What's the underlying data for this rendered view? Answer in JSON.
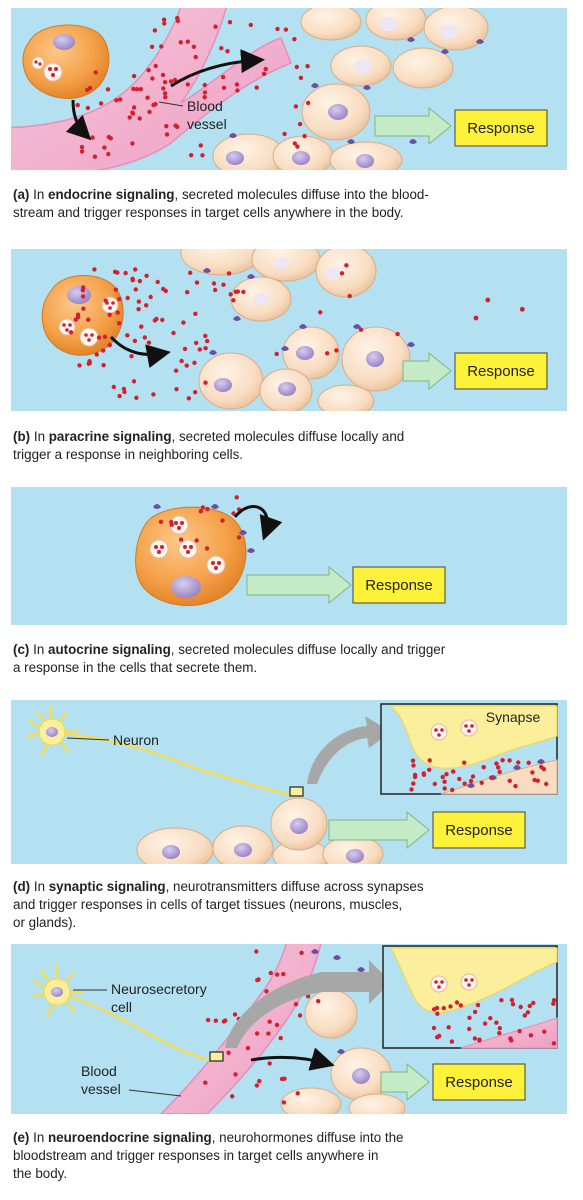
{
  "panels": [
    {
      "id": "a",
      "labels": {
        "blood_vessel_1": "Blood",
        "blood_vessel_2": "vessel",
        "response": "Response"
      },
      "caption": {
        "letter": "(a)",
        "pre": "In ",
        "term": "endocrine signaling",
        "post1": ", secreted molecules diffuse into the blood-",
        "line2": "stream and trigger responses in target cells anywhere in the body."
      }
    },
    {
      "id": "b",
      "labels": {
        "response": "Response"
      },
      "caption": {
        "letter": "(b)",
        "pre": "In ",
        "term": "paracrine signaling",
        "post1": ", secreted molecules diffuse locally and",
        "line2": "trigger a response in neighboring cells."
      }
    },
    {
      "id": "c",
      "labels": {
        "response": "Response"
      },
      "caption": {
        "letter": "(c)",
        "pre": "In ",
        "term": "autocrine signaling",
        "post1": ", secreted molecules diffuse locally and trigger",
        "line2": "a response in the cells that secrete them."
      }
    },
    {
      "id": "d",
      "labels": {
        "neuron": "Neuron",
        "synapse": "Synapse",
        "response": "Response"
      },
      "caption": {
        "letter": "(d)",
        "pre": "In ",
        "term": "synaptic signaling",
        "post1": ", neurotransmitters diffuse across synapses",
        "line2": "and trigger responses in cells of target tissues (neurons, muscles,",
        "line3": "or glands)."
      }
    },
    {
      "id": "e",
      "labels": {
        "neurosecretory_1": "Neurosecretory",
        "neurosecretory_2": "cell",
        "blood_vessel_1": "Blood",
        "blood_vessel_2": "vessel",
        "response": "Response"
      },
      "caption": {
        "letter": "(e)",
        "pre": "In ",
        "term": "neuroendocrine signaling",
        "post1": ", neurohormones diffuse into the",
        "line2": "bloodstream and trigger responses in target cells anywhere in",
        "line3": "the body."
      }
    }
  ],
  "colors": {
    "background": "#b3e1f1",
    "vessel": "#f2b5cf",
    "secreting_cell": "#f5a24a",
    "target_cell": "#f8dcc1",
    "nucleus": "#b6a3d6",
    "molecule": "#d31f2e",
    "receptor": "#6c4ea3",
    "response_box": "#fdf13a",
    "response_arrow": "#c5ebc6",
    "neuron": "#fbef9c",
    "callout_arrow": "#a7a7a7"
  }
}
